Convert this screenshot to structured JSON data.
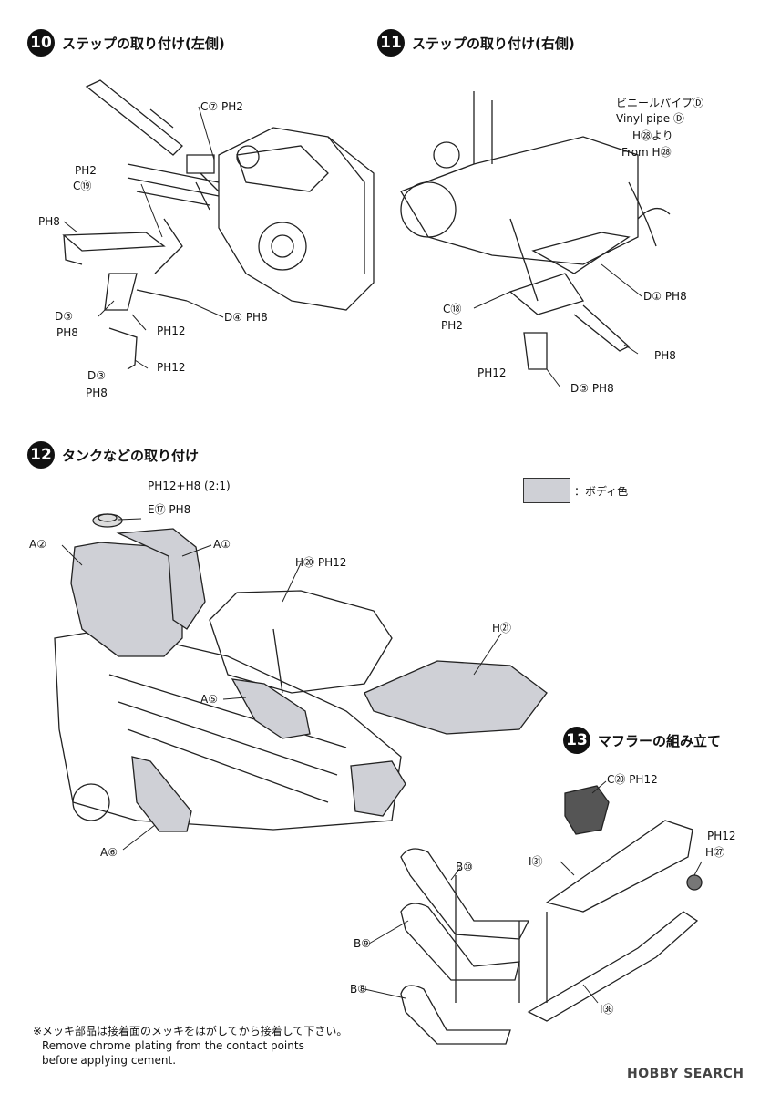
{
  "steps": [
    {
      "num": "10",
      "title": "ステップの取り付け(左側)"
    },
    {
      "num": "11",
      "title": "ステップの取り付け(右側)"
    },
    {
      "num": "12",
      "title": "タンクなどの取り付け"
    },
    {
      "num": "13",
      "title": "マフラーの組み立て"
    }
  ],
  "callouts_10": [
    "C⑦ PH2",
    "PH2",
    "C⑲",
    "PH8",
    "D⑤",
    "PH8",
    "PH12",
    "D④ PH8",
    "PH12",
    "D③",
    "PH8"
  ],
  "callouts_11": [
    "ビニールパイプⒹ",
    "Vinyl pipe Ⓓ",
    "H㉘より",
    "From H㉘",
    "D① PH8",
    "C⑱",
    "PH2",
    "PH8",
    "PH12",
    "D⑤ PH8"
  ],
  "callouts_12": [
    "PH12+H8 (2:1)",
    "E⑰ PH8",
    "A②",
    "A①",
    "H⑳ PH12",
    "H㉑",
    "A⑤",
    "A⑥"
  ],
  "callouts_13": [
    "C⑳ PH12",
    "PH12",
    "H㉗",
    "B⑩",
    "I㉛",
    "B⑨",
    "B⑧",
    "I㊱"
  ],
  "legend": {
    "label": "：ボディ色",
    "color": "#cfd0d6"
  },
  "note": {
    "jp": "※メッキ部品は接着面のメッキをはがしてから接着して下さい。",
    "en1": "Remove chrome plating from the contact points",
    "en2": "before applying cement."
  },
  "watermark": "HOBBY SEARCH"
}
